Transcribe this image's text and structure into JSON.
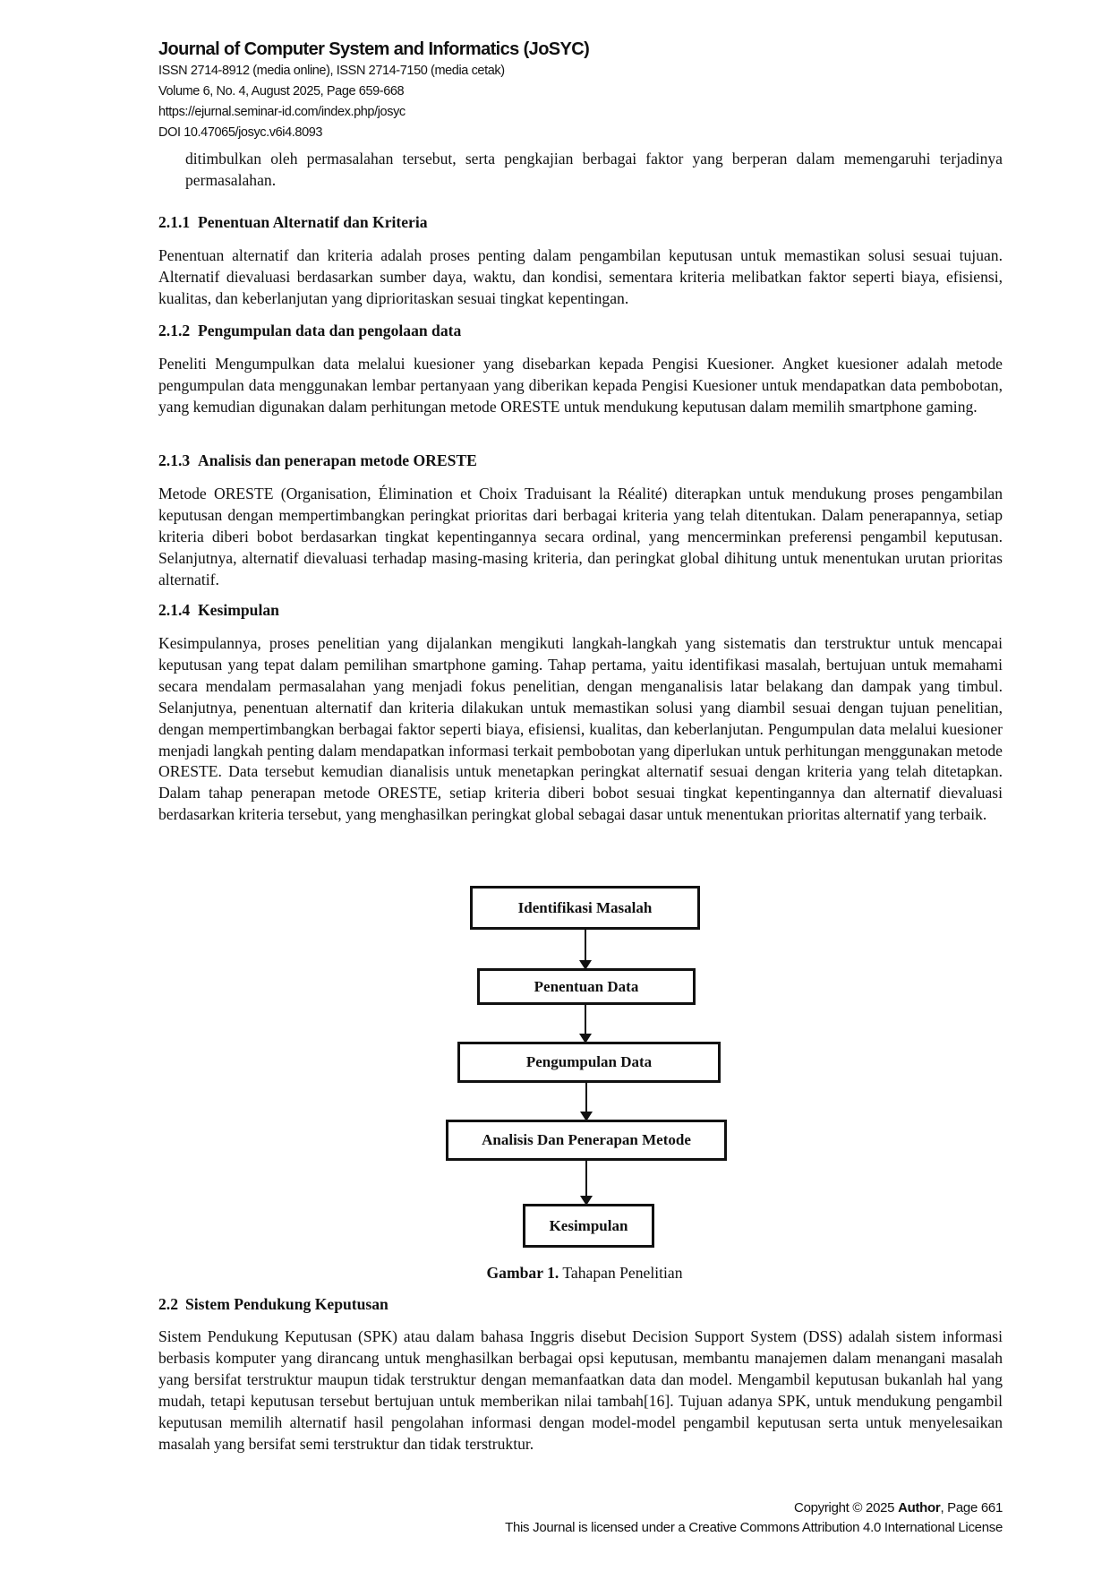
{
  "header": {
    "journal_title": "Journal of Computer System and Informatics (JoSYC)",
    "issn": "ISSN 2714-8912 (media online), ISSN 2714-7150 (media cetak)",
    "volume": "Volume 6, No. 4, August 2025, Page 659-668",
    "url": "https://ejurnal.seminar-id.com/index.php/josyc",
    "doi": "DOI 10.47065/josyc.v6i4.8093"
  },
  "body": {
    "intro_paragraph": "ditimbulkan oleh permasalahan tersebut, serta pengkajian berbagai faktor yang berperan dalam memengaruhi terjadinya permasalahan.",
    "sections": [
      {
        "number": "2.1.1",
        "title": "Penentuan Alternatif dan Kriteria",
        "text": "Penentuan alternatif dan kriteria adalah proses penting dalam pengambilan keputusan untuk memastikan solusi sesuai tujuan. Alternatif dievaluasi berdasarkan sumber daya, waktu, dan kondisi, sementara kriteria melibatkan faktor seperti biaya, efisiensi, kualitas, dan keberlanjutan yang diprioritaskan sesuai tingkat kepentingan."
      },
      {
        "number": "2.1.2",
        "title": "Pengumpulan data dan pengolaan data",
        "text": "Peneliti Mengumpulkan data melalui kuesioner yang disebarkan kepada Pengisi Kuesioner. Angket kuesioner adalah metode pengumpulan data menggunakan lembar pertanyaan yang diberikan kepada Pengisi Kuesioner untuk mendapatkan data pembobotan, yang kemudian digunakan dalam perhitungan metode ORESTE untuk mendukung keputusan dalam memilih smartphone gaming."
      },
      {
        "number": "2.1.3",
        "title": "Analisis dan penerapan metode ORESTE",
        "text": "Metode ORESTE (Organisation, Élimination et Choix Traduisant la Réalité) diterapkan untuk mendukung proses pengambilan keputusan dengan mempertimbangkan peringkat prioritas dari berbagai kriteria yang telah ditentukan. Dalam penerapannya, setiap kriteria diberi bobot berdasarkan tingkat kepentingannya secara ordinal, yang mencerminkan preferensi pengambil keputusan. Selanjutnya, alternatif dievaluasi terhadap masing-masing kriteria, dan peringkat global dihitung untuk menentukan urutan prioritas alternatif."
      },
      {
        "number": "2.1.4",
        "title": "Kesimpulan",
        "text": "Kesimpulannya, proses penelitian yang dijalankan mengikuti langkah-langkah yang sistematis dan terstruktur untuk mencapai keputusan yang tepat dalam pemilihan smartphone gaming. Tahap pertama, yaitu identifikasi masalah, bertujuan untuk memahami secara mendalam permasalahan yang menjadi fokus penelitian, dengan menganalisis latar belakang dan dampak yang timbul. Selanjutnya, penentuan alternatif dan kriteria dilakukan untuk memastikan solusi yang diambil sesuai dengan tujuan penelitian, dengan mempertimbangkan berbagai faktor seperti biaya, efisiensi, kualitas, dan keberlanjutan. Pengumpulan data melalui kuesioner menjadi langkah penting dalam mendapatkan informasi terkait pembobotan yang diperlukan untuk perhitungan menggunakan metode ORESTE. Data tersebut kemudian dianalisis untuk menetapkan peringkat alternatif sesuai dengan kriteria yang telah ditetapkan. Dalam tahap penerapan metode ORESTE, setiap kriteria diberi bobot sesuai tingkat kepentingannya dan alternatif dievaluasi berdasarkan kriteria tersebut, yang menghasilkan peringkat global sebagai dasar untuk menentukan prioritas alternatif yang terbaik."
      },
      {
        "number": "2.2",
        "title": "Sistem Pendukung Keputusan",
        "text": "Sistem Pendukung Keputusan (SPK) atau dalam bahasa Inggris disebut Decision Support System (DSS) adalah sistem informasi berbasis komputer yang dirancang untuk menghasilkan berbagai opsi keputusan, membantu manajemen dalam menangani masalah yang bersifat terstruktur maupun tidak terstruktur dengan memanfaatkan data dan model. Mengambil keputusan bukanlah hal yang mudah, tetapi keputusan tersebut bertujuan untuk memberikan nilai tambah[16]. Tujuan adanya SPK, untuk mendukung pengambil keputusan memilih alternatif hasil pengolahan informasi dengan model-model pengambil keputusan serta untuk menyelesaikan masalah yang bersifat semi terstruktur dan tidak terstruktur."
      }
    ]
  },
  "figure": {
    "steps": [
      "Identifikasi Masalah",
      "Penentuan Data",
      "Pengumpulan Data",
      "Analisis Dan Penerapan Metode",
      "Kesimpulan"
    ],
    "caption_label": "Gambar 1.",
    "caption_text": "Tahapan Penelitian"
  },
  "footer": {
    "copyright_prefix": "Copyright © 2025 ",
    "author": "Author",
    "page": ", Page 661",
    "license": "This Journal is licensed under a Creative Commons Attribution 4.0 International License"
  }
}
